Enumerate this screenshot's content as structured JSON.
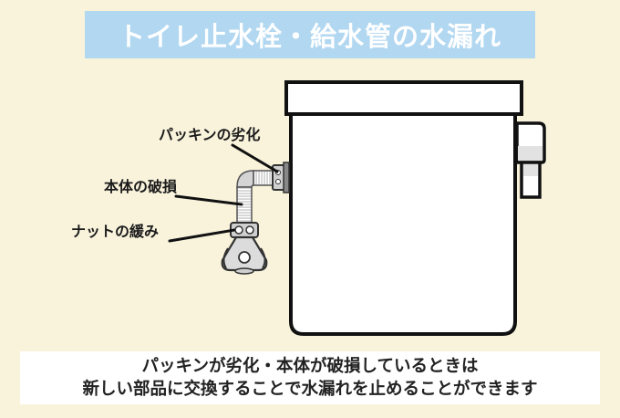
{
  "title": "トイレ止水栓・給水管の水漏れ",
  "labels": {
    "packing": "パッキンの劣化",
    "body": "本体の破損",
    "nut": "ナットの緩み"
  },
  "caption": {
    "line1": "パッキンが劣化・本体が破損しているときは",
    "line2": "新しい部品に交換することで水漏れを止めることができます"
  },
  "colors": {
    "background": "#f9f3dc",
    "banner": "#b1d7f1",
    "banner_text": "#ffffff",
    "outline": "#111111",
    "pipe": "#c8c8c8"
  }
}
